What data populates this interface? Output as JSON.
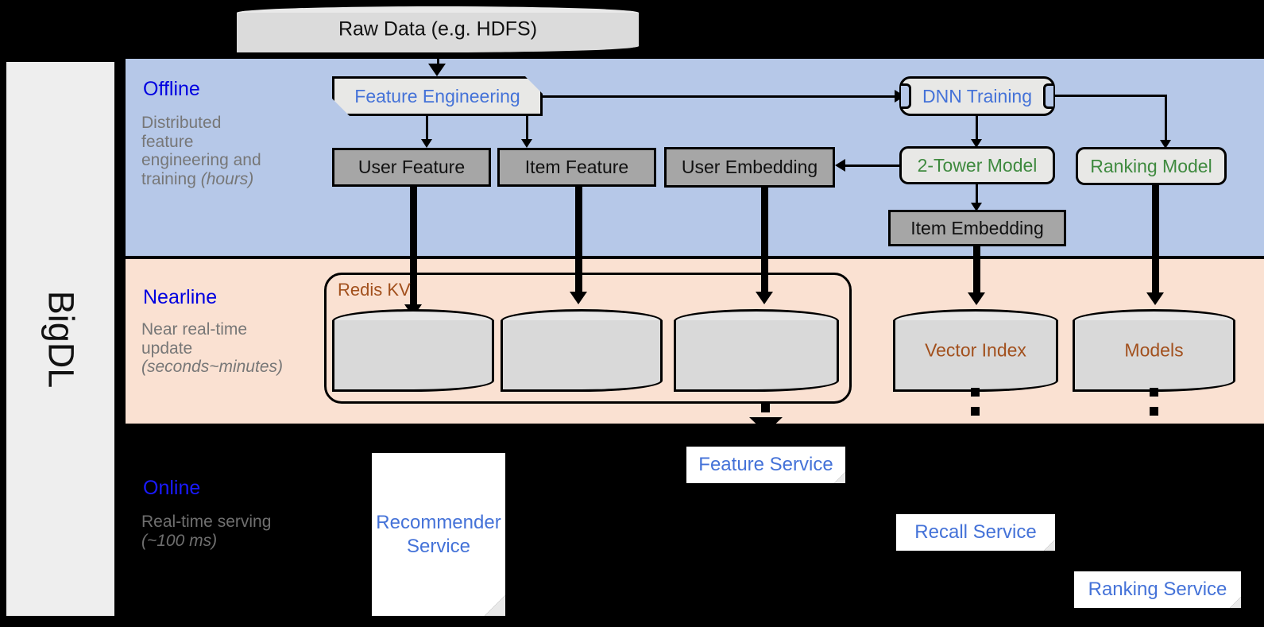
{
  "framework": {
    "name": "BigDL"
  },
  "source": {
    "label": "Raw Data (e.g. HDFS)",
    "icon": "database-cylinder-icon"
  },
  "stages": {
    "offline": {
      "title": "Offline",
      "description": "Distributed feature engineering and training ",
      "description_em": "(hours)",
      "title_color": "#0000e0",
      "band_color": "#b6c8e8"
    },
    "nearline": {
      "title": "Nearline",
      "description": "Near real-time update ",
      "description_em": "(seconds~minutes)",
      "title_color": "#0000e0",
      "band_color": "#fae1d2"
    },
    "online": {
      "title": "Online",
      "description": "Real-time serving ",
      "description_em": "(~100 ms)",
      "title_color": "#1a1aff",
      "band_color": "#000000"
    }
  },
  "offline_nodes": {
    "feature_engineering": {
      "label": "Feature Engineering",
      "text_color": "#4472d8"
    },
    "dnn_training": {
      "label": "DNN Training",
      "text_color": "#4472d8"
    },
    "user_feature": {
      "label": "User Feature",
      "text_color": "#111111"
    },
    "item_feature": {
      "label": "Item Feature",
      "text_color": "#111111"
    },
    "user_embedding": {
      "label": "User Embedding",
      "text_color": "#111111"
    },
    "two_tower_model": {
      "label": "2-Tower Model",
      "text_color": "#3f8a3f"
    },
    "ranking_model": {
      "label": "Ranking Model",
      "text_color": "#3f8a3f"
    },
    "item_embedding": {
      "label": "Item Embedding",
      "text_color": "#111111"
    }
  },
  "nearline_nodes": {
    "redis_kv": {
      "label": "Redis KV",
      "text_color": "#a2501d"
    },
    "store_1": {
      "label": "",
      "icon": "database-cylinder-icon"
    },
    "store_2": {
      "label": "",
      "icon": "database-cylinder-icon"
    },
    "store_3": {
      "label": "",
      "icon": "database-cylinder-icon"
    },
    "vector_index": {
      "label": "Vector Index",
      "text_color": "#a2501d",
      "icon": "database-cylinder-icon"
    },
    "models": {
      "label": "Models",
      "text_color": "#a2501d",
      "icon": "database-cylinder-icon"
    }
  },
  "online_nodes": {
    "recommender_service": {
      "label_line1": "Recommender",
      "label_line2": "Service",
      "text_color": "#4472d8"
    },
    "feature_service": {
      "label": "Feature Service",
      "text_color": "#4472d8"
    },
    "recall_service": {
      "label": "Recall Service",
      "text_color": "#4472d8"
    },
    "ranking_service": {
      "label": "Ranking Service",
      "text_color": "#4472d8"
    }
  }
}
